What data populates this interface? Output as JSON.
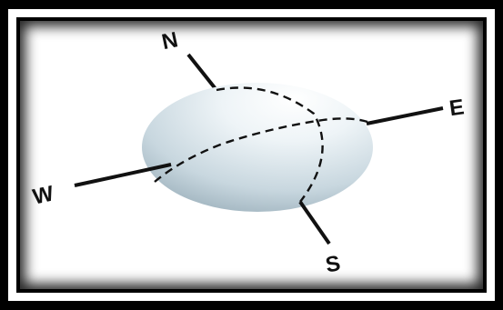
{
  "diagram": {
    "labels": {
      "north": "N",
      "east": "E",
      "south": "S",
      "west": "W"
    },
    "colors": {
      "frame": "#000000",
      "axis": "#111111",
      "ellipsoid_light": "#ffffff",
      "ellipsoid_mid": "#dde8ee",
      "ellipsoid_dark": "#a9bcc6"
    }
  }
}
